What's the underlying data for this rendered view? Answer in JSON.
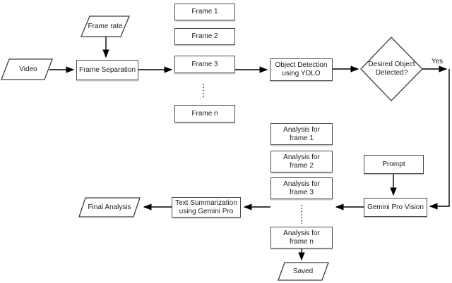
{
  "nodes": {
    "video": "Video",
    "frame_rate": "Frame rate",
    "frame_separation": "Frame Separation",
    "frames": [
      "Frame 1",
      "Frame 2",
      "Frame 3",
      "Frame n"
    ],
    "object_detection": "Object Detection using YOLO",
    "decision": "Desired Object Detected?",
    "prompt": "Prompt",
    "gemini_pro_vision": "Gemini Pro Vision",
    "analysis": [
      "Analysis for frame 1",
      "Analysis for frame 2",
      "Analysis for frame 3",
      "Analysis for frame n"
    ],
    "text_summarization": "Text Summarization using Gemini Pro",
    "final_analysis": "Final Analysis",
    "saved": "Saved"
  },
  "edge_labels": {
    "yes": "Yes"
  },
  "colors": {
    "background": "#ffffff",
    "node_border": "#4a4a4a",
    "shape_stroke": "#3d3d3d",
    "arrow": "#000000",
    "text": "#1c1c1c"
  }
}
